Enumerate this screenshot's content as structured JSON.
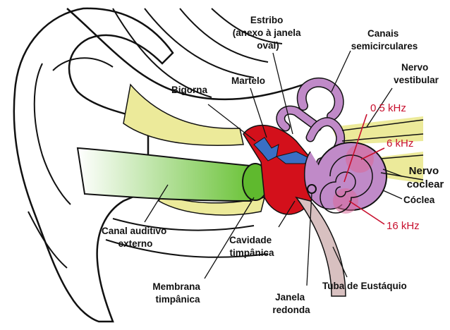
{
  "labels": {
    "estribo": [
      "Estribo",
      "(anexo à janela",
      "oval)"
    ],
    "canais": [
      "Canais",
      "semicirculares"
    ],
    "nervo_vestibular": [
      "Nervo",
      "vestibular"
    ],
    "bigorna": [
      "Bigorna"
    ],
    "martelo": [
      "Martelo"
    ],
    "nervo_coclear": [
      "Nervo",
      "coclear"
    ],
    "coclea": [
      "Cóclea"
    ],
    "canal_auditivo": [
      "Canal auditivo",
      "externo"
    ],
    "cavidade": [
      "Cavidade",
      "timpânica"
    ],
    "membrana": [
      "Membrana",
      "timpânica"
    ],
    "janela": [
      "Janela",
      "redonda"
    ],
    "tuba": [
      "Tuba de Eustáquio"
    ]
  },
  "frequencies": [
    "0.5 kHz",
    "6 kHz",
    "16 kHz"
  ],
  "colors": {
    "cochlea": "#c08ac8",
    "middle_ear": "#d3101b",
    "canal": "#6cc33a",
    "bone": "#ecea9a",
    "ossicles": "#3a6fc4",
    "freq": "#c8102e"
  }
}
